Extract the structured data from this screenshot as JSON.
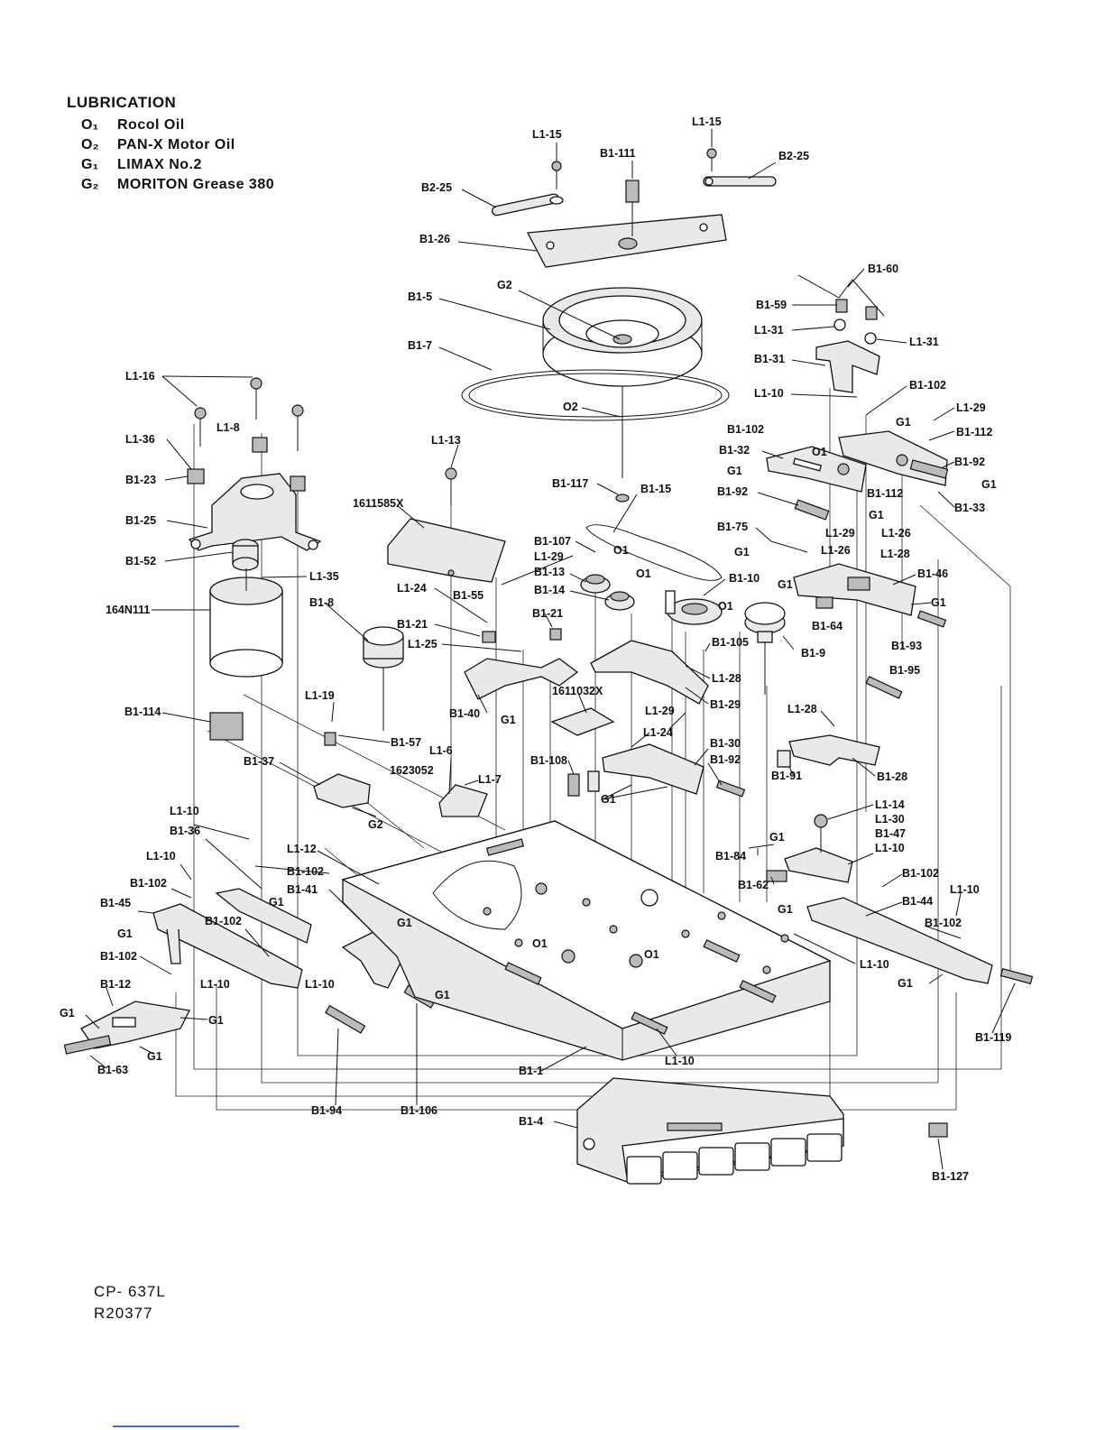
{
  "lubrication": {
    "title": "LUBRICATION",
    "items": [
      {
        "code": "O₁",
        "name": "Rocol Oil"
      },
      {
        "code": "O₂",
        "name": "PAN-X Motor Oil"
      },
      {
        "code": "G₁",
        "name": "LIMAX No.2"
      },
      {
        "code": "G₂",
        "name": "MORITON Grease 380"
      }
    ]
  },
  "doc": {
    "model": "CP- 637L",
    "ref": "R20377"
  },
  "parts": {
    "l1_15a": "L1-15",
    "l1_15b": "L1-15",
    "b1_111": "B1-111",
    "b2_25a": "B2-25",
    "b2_25b": "B2-25",
    "b1_26": "B1-26",
    "g2_top": "G2",
    "b1_5": "B1-5",
    "b1_7": "B1-7",
    "o2": "O2",
    "b1_60": "B1-60",
    "b1_59": "B1-59",
    "l1_31a": "L1-31",
    "l1_31b": "L1-31",
    "b1_31": "B1-31",
    "b1_102a": "B1-102",
    "l1_10a": "L1-10",
    "l1_29a": "L1-29",
    "b1_102b": "B1-102",
    "b1_112a": "B1-112",
    "g1_a": "G1",
    "b1_32": "B1-32",
    "o1_a": "O1",
    "b1_92a": "B1-92",
    "g1_b": "G1",
    "g1_c": "G1",
    "b1_112b": "B1-112",
    "b1_33": "B1-33",
    "b1_92b": "B1-92",
    "g1_d": "G1",
    "l1_26a": "L1-26",
    "l1_29b": "L1-29",
    "b1_75": "B1-75",
    "g1_e": "G1",
    "l1_26b": "L1-26",
    "l1_28a": "L1-28",
    "b1_46": "B1-46",
    "g1_f": "G1",
    "g1_g": "G1",
    "b1_64": "B1-64",
    "b1_93": "B1-93",
    "b1_95": "B1-95",
    "l1_16": "L1-16",
    "l1_8": "L1-8",
    "l1_36": "L1-36",
    "b1_23": "B1-23",
    "b1_25": "B1-25",
    "b1_52": "B1-52",
    "l1_35": "L1-35",
    "m164": "164N111",
    "l1_13": "L1-13",
    "p1611585": "1611585X",
    "b1_117": "B1-117",
    "b1_15": "B1-15",
    "b1_107": "B1-107",
    "o1_b": "O1",
    "l1_29c": "L1-29",
    "b1_13": "B1-13",
    "o1_c": "O1",
    "b1_14": "B1-14",
    "b1_10": "B1-10",
    "o1_d": "O1",
    "b1_9": "B1-9",
    "l1_24a": "L1-24",
    "b1_55": "B1-55",
    "b1_8": "B1-8",
    "b1_21a": "B1-21",
    "b1_21b": "B1-21",
    "l1_25": "L1-25",
    "b1_105": "B1-105",
    "l1_28b": "L1-28",
    "b1_29": "B1-29",
    "b1_40": "B1-40",
    "g1_h": "G1",
    "p1611032": "1611032X",
    "b1_114": "B1-114",
    "l1_19": "L1-19",
    "b1_57": "B1-57",
    "l1_28c": "L1-28",
    "l1_29d": "L1-29",
    "l1_24b": "L1-24",
    "b1_30": "B1-30",
    "b1_92c": "B1-92",
    "b1_91": "B1-91",
    "b1_28": "B1-28",
    "b1_37": "B1-37",
    "l1_6": "L1-6",
    "p1623052": "1623052",
    "l1_7": "L1-7",
    "b1_108": "B1-108",
    "g1_i": "G1",
    "g2_b": "G2",
    "l1_14": "L1-14",
    "l1_30": "L1-30",
    "b1_47": "B1-47",
    "l1_10b": "L1-10",
    "b1_84": "B1-84",
    "g1_j": "G1",
    "b1_102c": "B1-102",
    "b1_62": "B1-62",
    "l1_10c": "L1-10",
    "b1_44": "B1-44",
    "g1_k": "G1",
    "b1_102d": "B1-102",
    "l1_10d": "L1-10",
    "g1_l": "G1",
    "b1_119": "B1-119",
    "l1_10e": "L1-10",
    "b1_36": "B1-36",
    "l1_10f": "L1-10",
    "b1_102e": "B1-102",
    "l1_12": "L1-12",
    "b1_102f": "B1-102",
    "b1_41": "B1-41",
    "b1_45": "B1-45",
    "g1_m": "G1",
    "b1_102g": "B1-102",
    "g1_n": "G1",
    "g1_o": "G1",
    "o1_e": "O1",
    "o1_f": "O1",
    "b1_102h": "B1-102",
    "l1_10g": "L1-10",
    "l1_10h": "L1-10",
    "g1_p": "G1",
    "b1_12": "B1-12",
    "g1_q": "G1",
    "g1_r": "G1",
    "g1_s": "G1",
    "b1_63": "B1-63",
    "b1_94": "B1-94",
    "b1_106": "B1-106",
    "b1_1": "B1-1",
    "l1_10i": "L1-10",
    "b1_4": "B1-4",
    "b1_127": "B1-127"
  }
}
